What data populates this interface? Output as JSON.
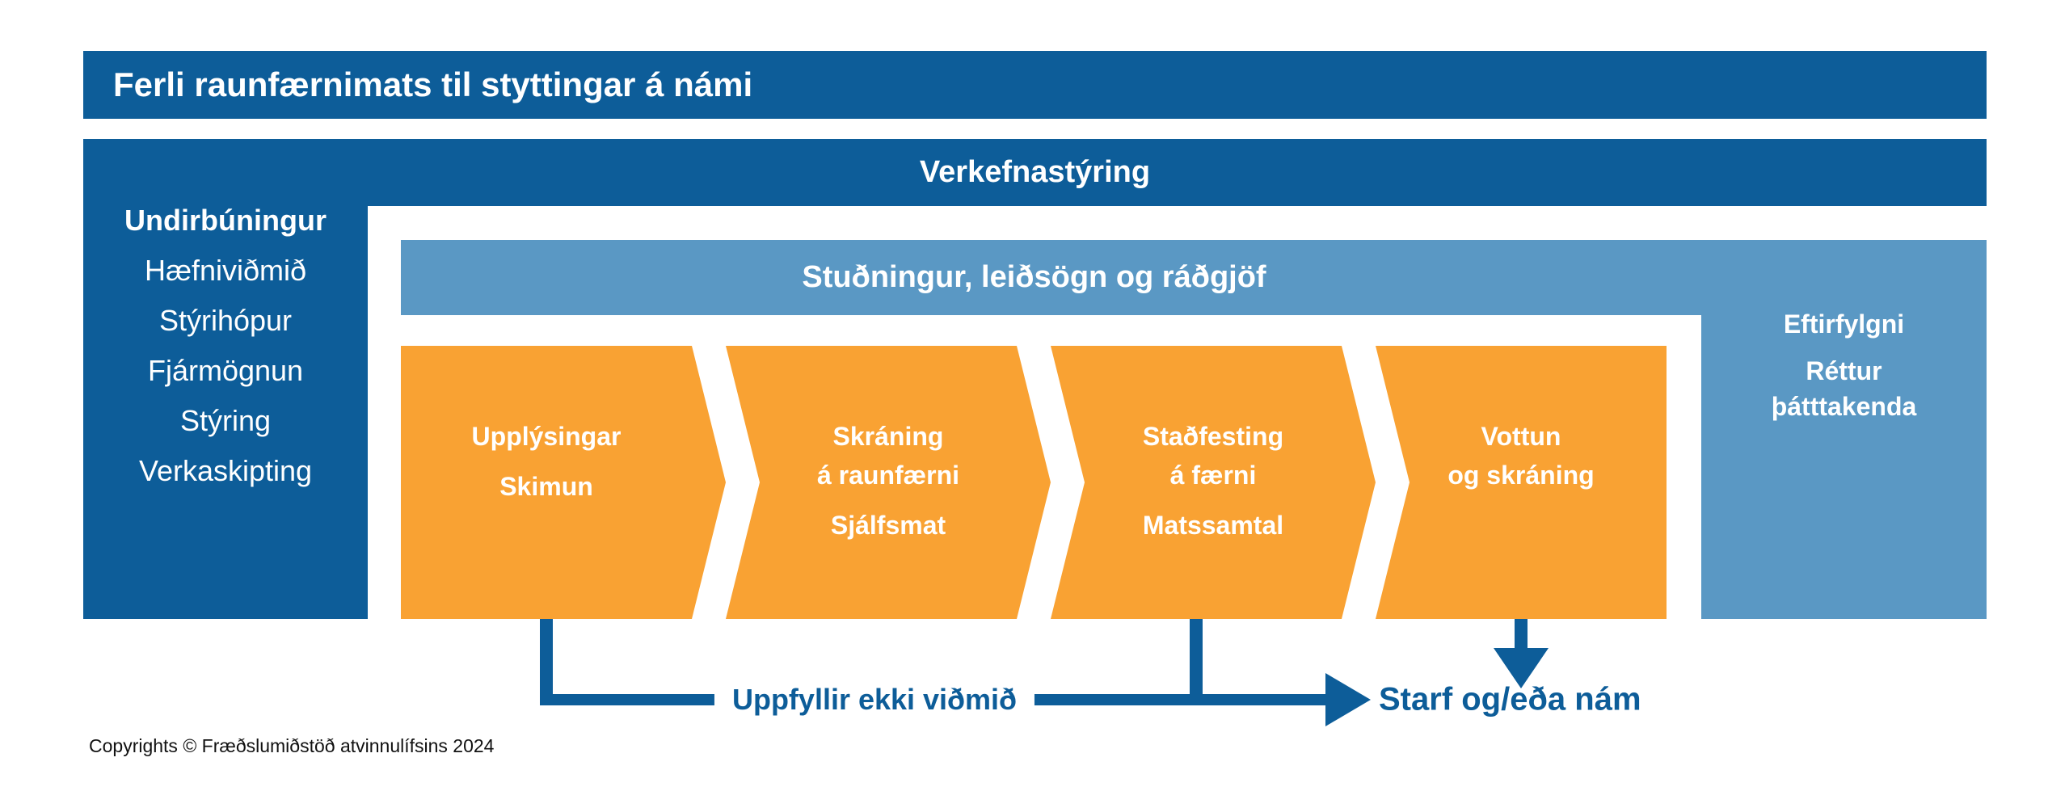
{
  "title": "Ferli raunfærnimats til styttingar á námi",
  "project_management_band": "Verkefnastýring",
  "support_band": "Stuðningur, leiðsögn og ráðgjöf",
  "preparation_column": {
    "heading": "Undirbúningur",
    "items": [
      "Hæfniviðmið",
      "Stýrihópur",
      "Fjármögnun",
      "Stýring",
      "Verkaskipting"
    ]
  },
  "followup_column": {
    "heading": "Eftirfylgni",
    "subheading": [
      "Réttur",
      "þátttakenda"
    ]
  },
  "steps": [
    {
      "main": [
        "Upplýsingar"
      ],
      "sub": "Skimun"
    },
    {
      "main": [
        "Skráning",
        "á raunfærni"
      ],
      "sub": "Sjálfsmat"
    },
    {
      "main": [
        "Staðfesting",
        "á færni"
      ],
      "sub": "Matssamtal"
    },
    {
      "main": [
        "Vottun",
        "og skráning"
      ],
      "sub": ""
    }
  ],
  "flow": {
    "fail_label": "Uppfyllir ekki viðmið",
    "outcome_label": "Starf og/eða nám"
  },
  "copyright": "Copyrights © Fræðslumiðstöð atvinnulífsins 2024",
  "colors": {
    "dark_blue": "#0D5D99",
    "light_blue": "#5A98C4",
    "orange": "#F9A233",
    "text_on_bands": "#FFFFFF",
    "footer_text": "#111111"
  }
}
